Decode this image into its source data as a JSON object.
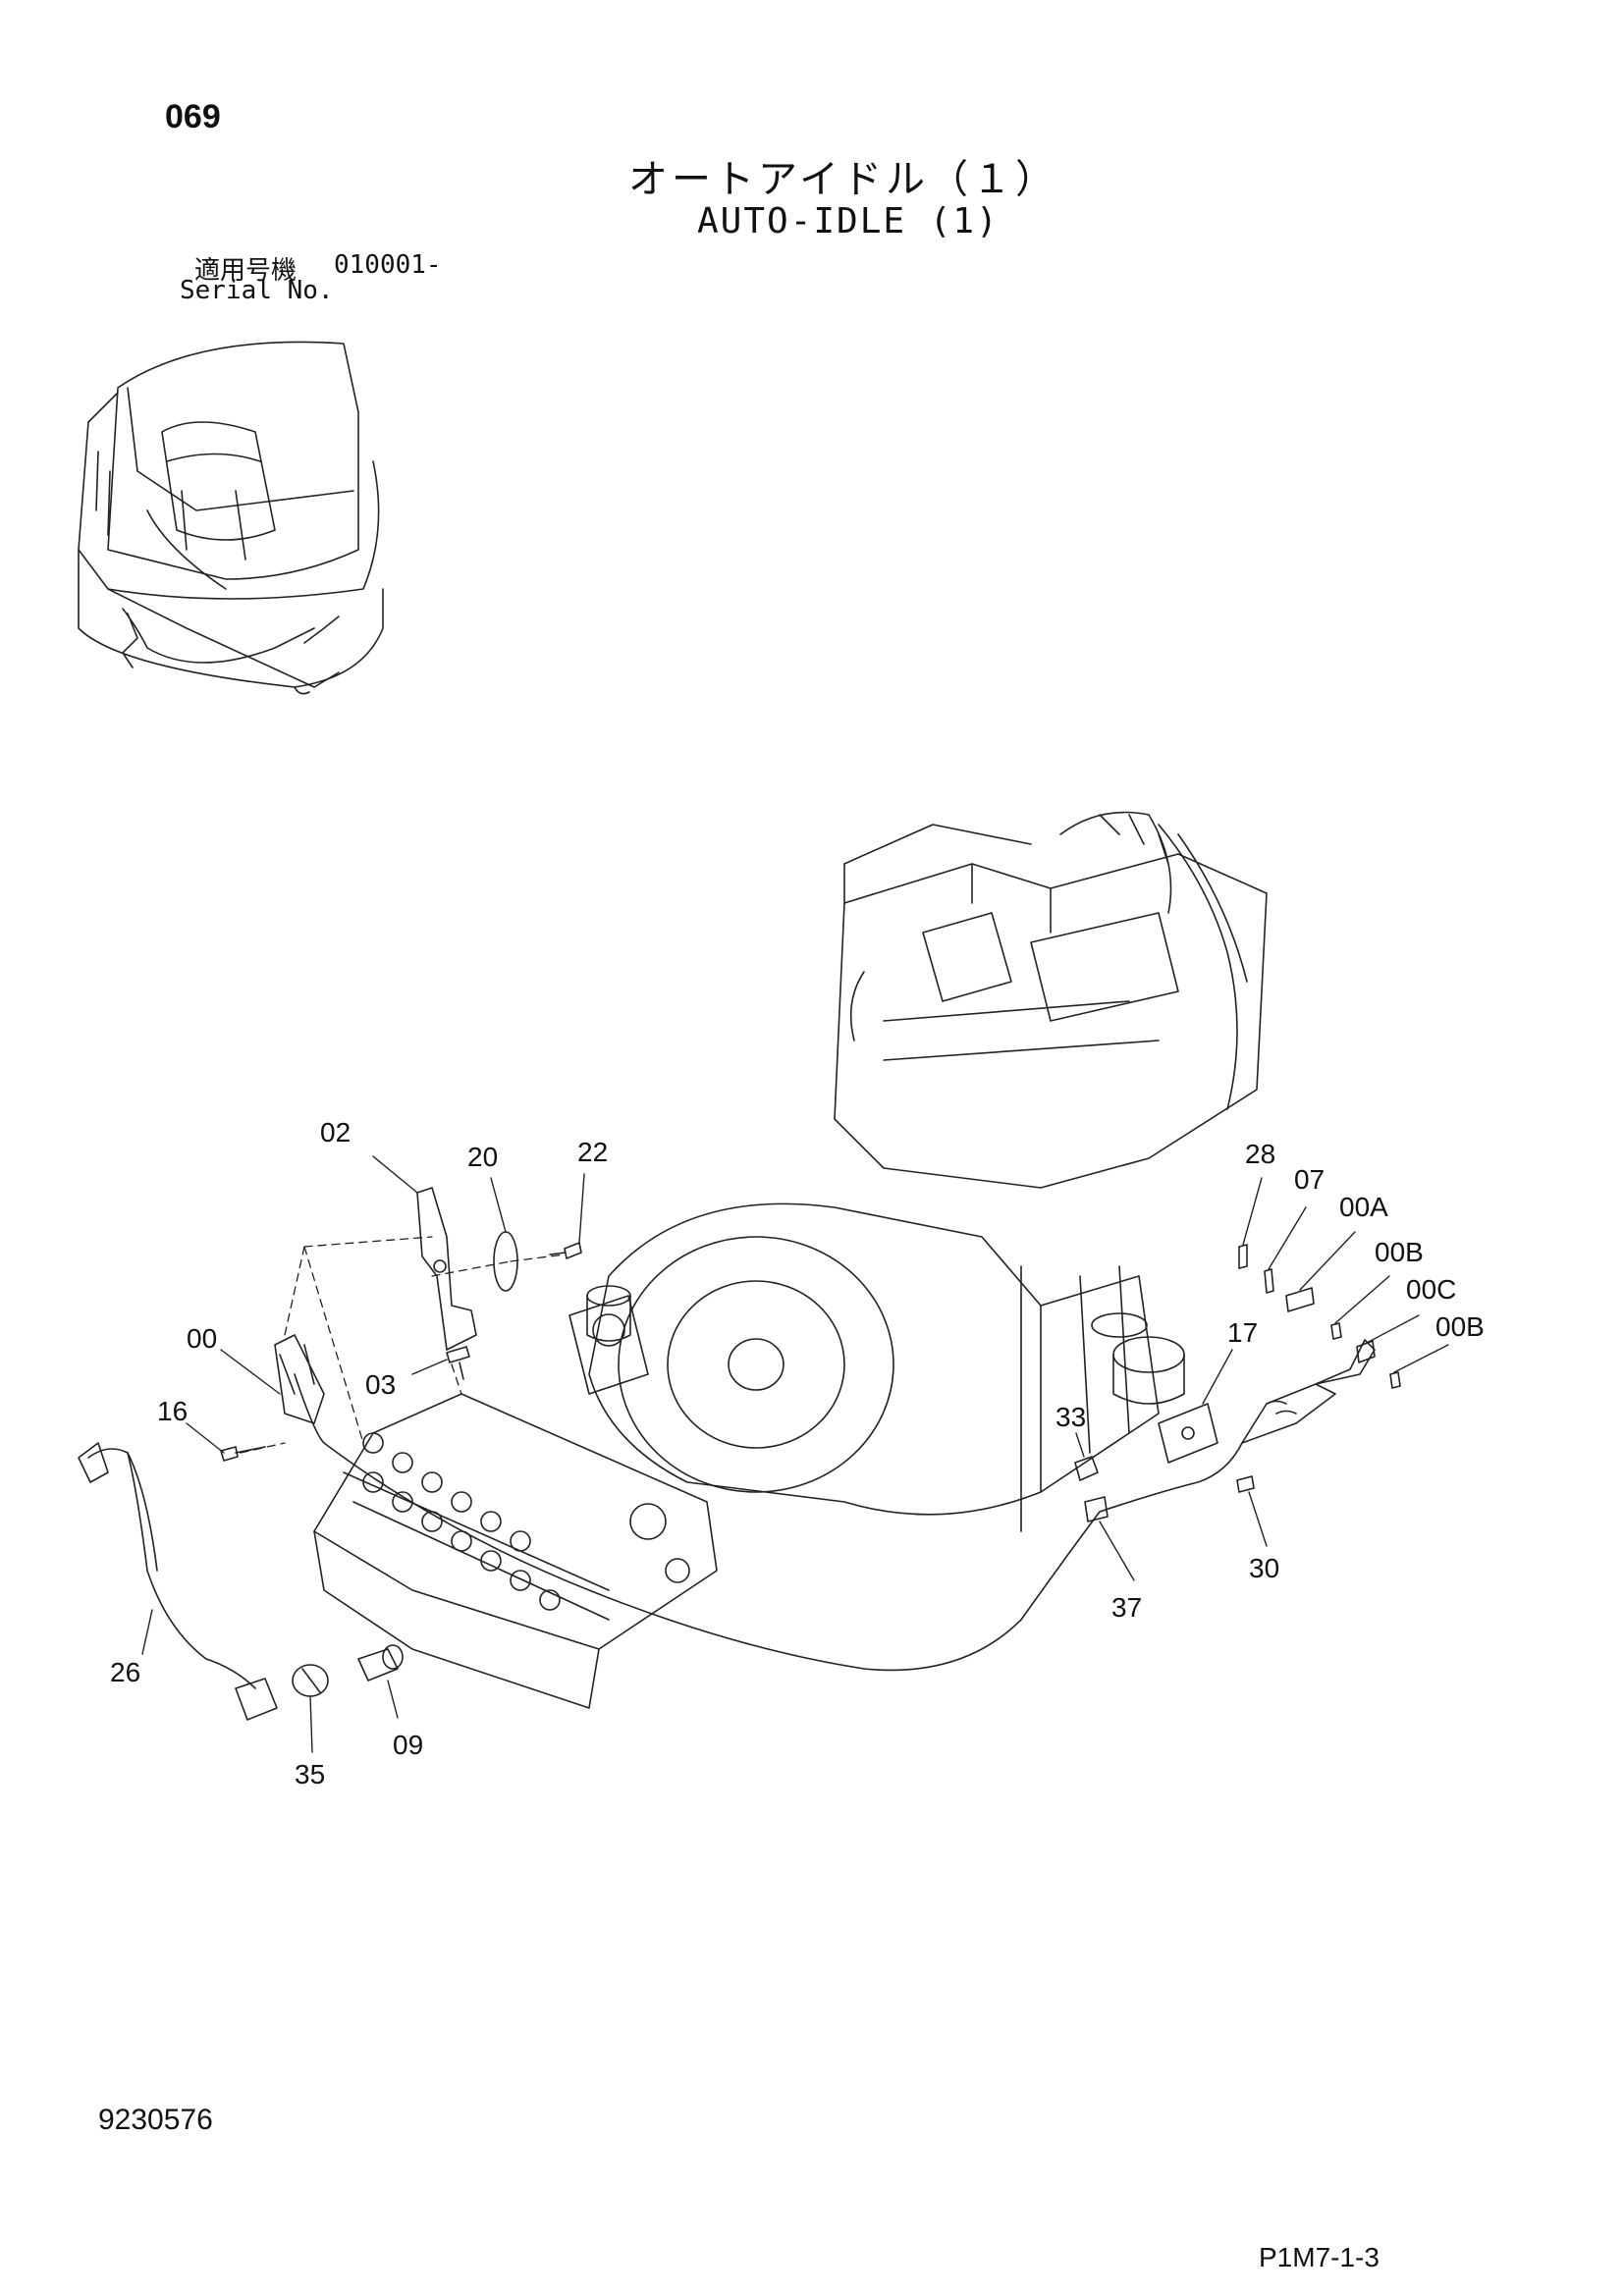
{
  "header": {
    "page_number": "069",
    "title_jp": "オートアイドル（１）",
    "title_en": "AUTO-IDLE (1)",
    "serial_label_jp": "適用号機",
    "serial_value": "010001-",
    "serial_label_en": "Serial No."
  },
  "footer": {
    "document_number": "9230576",
    "page_code": "P1M7-1-3"
  },
  "callouts": [
    {
      "id": "02",
      "label": "02"
    },
    {
      "id": "20",
      "label": "20"
    },
    {
      "id": "22",
      "label": "22"
    },
    {
      "id": "00",
      "label": "00"
    },
    {
      "id": "03",
      "label": "03"
    },
    {
      "id": "16",
      "label": "16"
    },
    {
      "id": "26",
      "label": "26"
    },
    {
      "id": "35",
      "label": "35"
    },
    {
      "id": "09",
      "label": "09"
    },
    {
      "id": "28",
      "label": "28"
    },
    {
      "id": "07",
      "label": "07"
    },
    {
      "id": "00A",
      "label": "00A"
    },
    {
      "id": "00B_1",
      "label": "00B"
    },
    {
      "id": "00C",
      "label": "00C"
    },
    {
      "id": "00B_2",
      "label": "00B"
    },
    {
      "id": "17",
      "label": "17"
    },
    {
      "id": "33",
      "label": "33"
    },
    {
      "id": "30",
      "label": "30"
    },
    {
      "id": "37",
      "label": "37"
    }
  ]
}
